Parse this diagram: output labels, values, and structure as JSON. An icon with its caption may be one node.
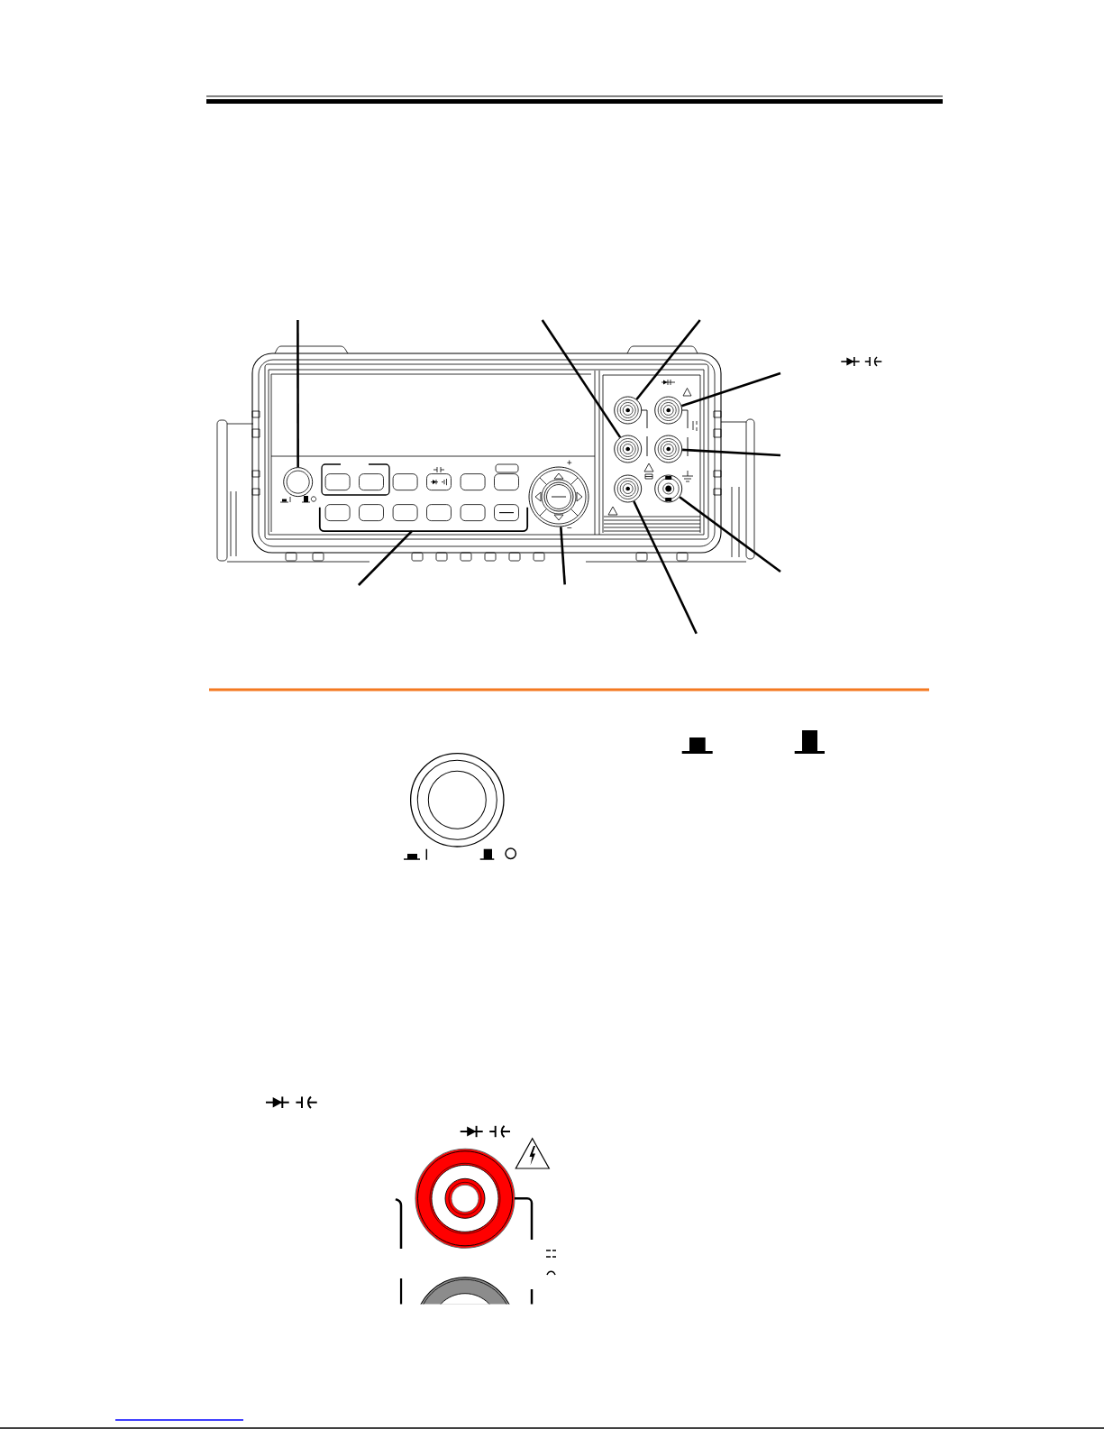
{
  "diagram": {
    "nodes": [
      {
        "text": [],
        "shape": "picture"
      },
      {
        "text": [],
        "shape": "circle",
        "in": 0
      },
      {
        "text": [],
        "shape": "circle",
        "in": 0
      },
      {
        "text": [],
        "shape": "circle",
        "in": 0
      },
      {
        "text": [],
        "shape": "circle",
        "in": 0
      },
      {
        "text": [],
        "shape": "circle",
        "in": 0
      },
      {
        "text": [],
        "shape": "bracket",
        "in": 0
      },
      {
        "text": [],
        "shape": "circle",
        "in": 0,
        "beside": [
          "+",
          "−"
        ]
      },
      {
        "text": [],
        "shape": "circle",
        "in": 0
      },
      {
        "text": [],
        "shape": "circle",
        "in": 0
      }
    ],
    "edges": [
      {
        "from": null,
        "to": 1,
        "arrow": "none"
      },
      {
        "from": null,
        "to": 3,
        "arrow": "none"
      },
      {
        "from": null,
        "to": 2,
        "arrow": "none"
      },
      {
        "from": null,
        "to": 4,
        "arrow": "none"
      },
      {
        "from": null,
        "to": 5,
        "arrow": "none"
      },
      {
        "from": null,
        "to": 6,
        "arrow": "none"
      },
      {
        "from": null,
        "to": 7,
        "arrow": "none"
      },
      {
        "from": null,
        "to": 8,
        "arrow": "none"
      },
      {
        "from": null,
        "to": 9,
        "arrow": "none"
      }
    ]
  }
}
